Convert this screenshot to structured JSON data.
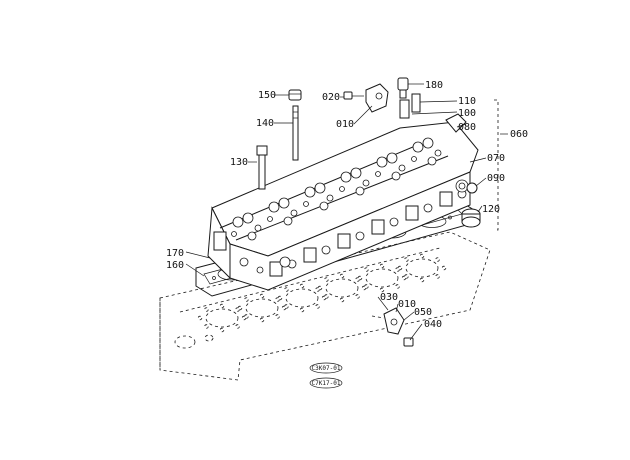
{
  "labels": {
    "p010a": "010",
    "p010b": "010",
    "p020": "020",
    "p030": "030",
    "p040": "040",
    "p050": "050",
    "p060": "060",
    "p070": "070",
    "p080": "080",
    "p090": "090",
    "p100": "100",
    "p110": "110",
    "p120": "120",
    "p130": "130",
    "p140": "140",
    "p150": "150",
    "p160": "160",
    "p170": "170",
    "p180": "180"
  },
  "codes": {
    "code1": "C3K07-01",
    "code2": "C7K17-01"
  }
}
